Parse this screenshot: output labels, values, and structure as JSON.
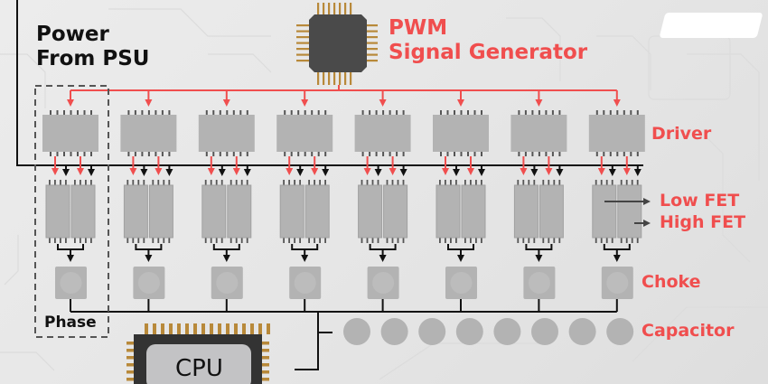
{
  "title": "VRM Power Delivery Diagram",
  "labels": {
    "power_source": [
      "Power",
      "From PSU"
    ],
    "pwm": [
      "PWM",
      "Signal Generator"
    ],
    "driver": "Driver",
    "low_fet": "Low FET",
    "high_fet": "High FET",
    "choke": "Choke",
    "capacitor": "Capacitor",
    "phase": "Phase",
    "cpu": "CPU"
  },
  "colors": {
    "accent_red": "#f04e4e",
    "line_black": "#111111",
    "component_gray": "#b3b3b3",
    "chip_dark": "#4a4a4a",
    "pin_gold": "#b8893a"
  },
  "components": {
    "phase_count": 8,
    "capacitor_count": 8,
    "fets_per_phase": 2
  }
}
